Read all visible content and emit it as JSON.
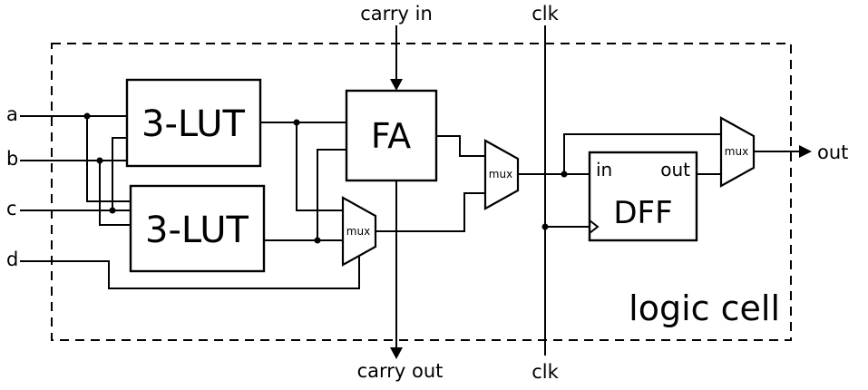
{
  "diagram": {
    "type": "schematic",
    "title": "logic cell",
    "inputs": {
      "a": "a",
      "b": "b",
      "c": "c",
      "d": "d"
    },
    "outputs": {
      "out": "out"
    },
    "signals": {
      "carry_in": "carry in",
      "carry_out": "carry out",
      "clk_top": "clk",
      "clk_bottom": "clk"
    },
    "blocks": {
      "lut_top": "3-LUT",
      "lut_bottom": "3-LUT",
      "full_adder": "FA",
      "dff": "DFF",
      "dff_in_port": "in",
      "dff_out_port": "out",
      "mux_lut": "mux",
      "mux_fa": "mux",
      "mux_out": "mux"
    },
    "colors": {
      "stroke": "#000000",
      "background": "#ffffff"
    }
  }
}
